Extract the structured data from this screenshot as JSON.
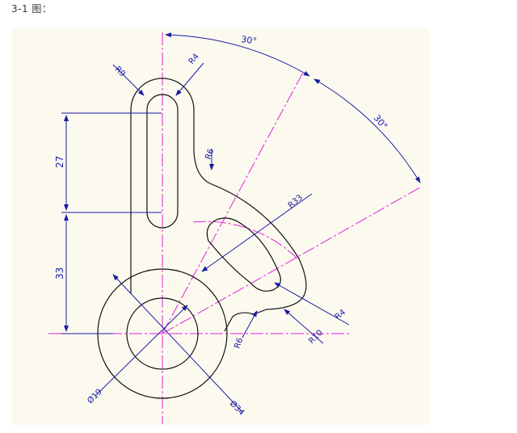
{
  "caption": "3-1 图：",
  "colors": {
    "background": "#fcfaef",
    "outline": "#111111",
    "dimension": "#1a1aa6",
    "centerline": "#e020e0"
  },
  "dimensions": {
    "angle_top": "30°",
    "angle_right": "30°",
    "r9": "R9",
    "r4_top": "R4",
    "r6_upper": "R6",
    "r33": "R33",
    "len_27": "27",
    "len_33": "33",
    "r4_right": "R4",
    "r10": "R10",
    "r6_lower": "R6",
    "dia_19": "Ø19",
    "dia_34": "Ø34"
  }
}
